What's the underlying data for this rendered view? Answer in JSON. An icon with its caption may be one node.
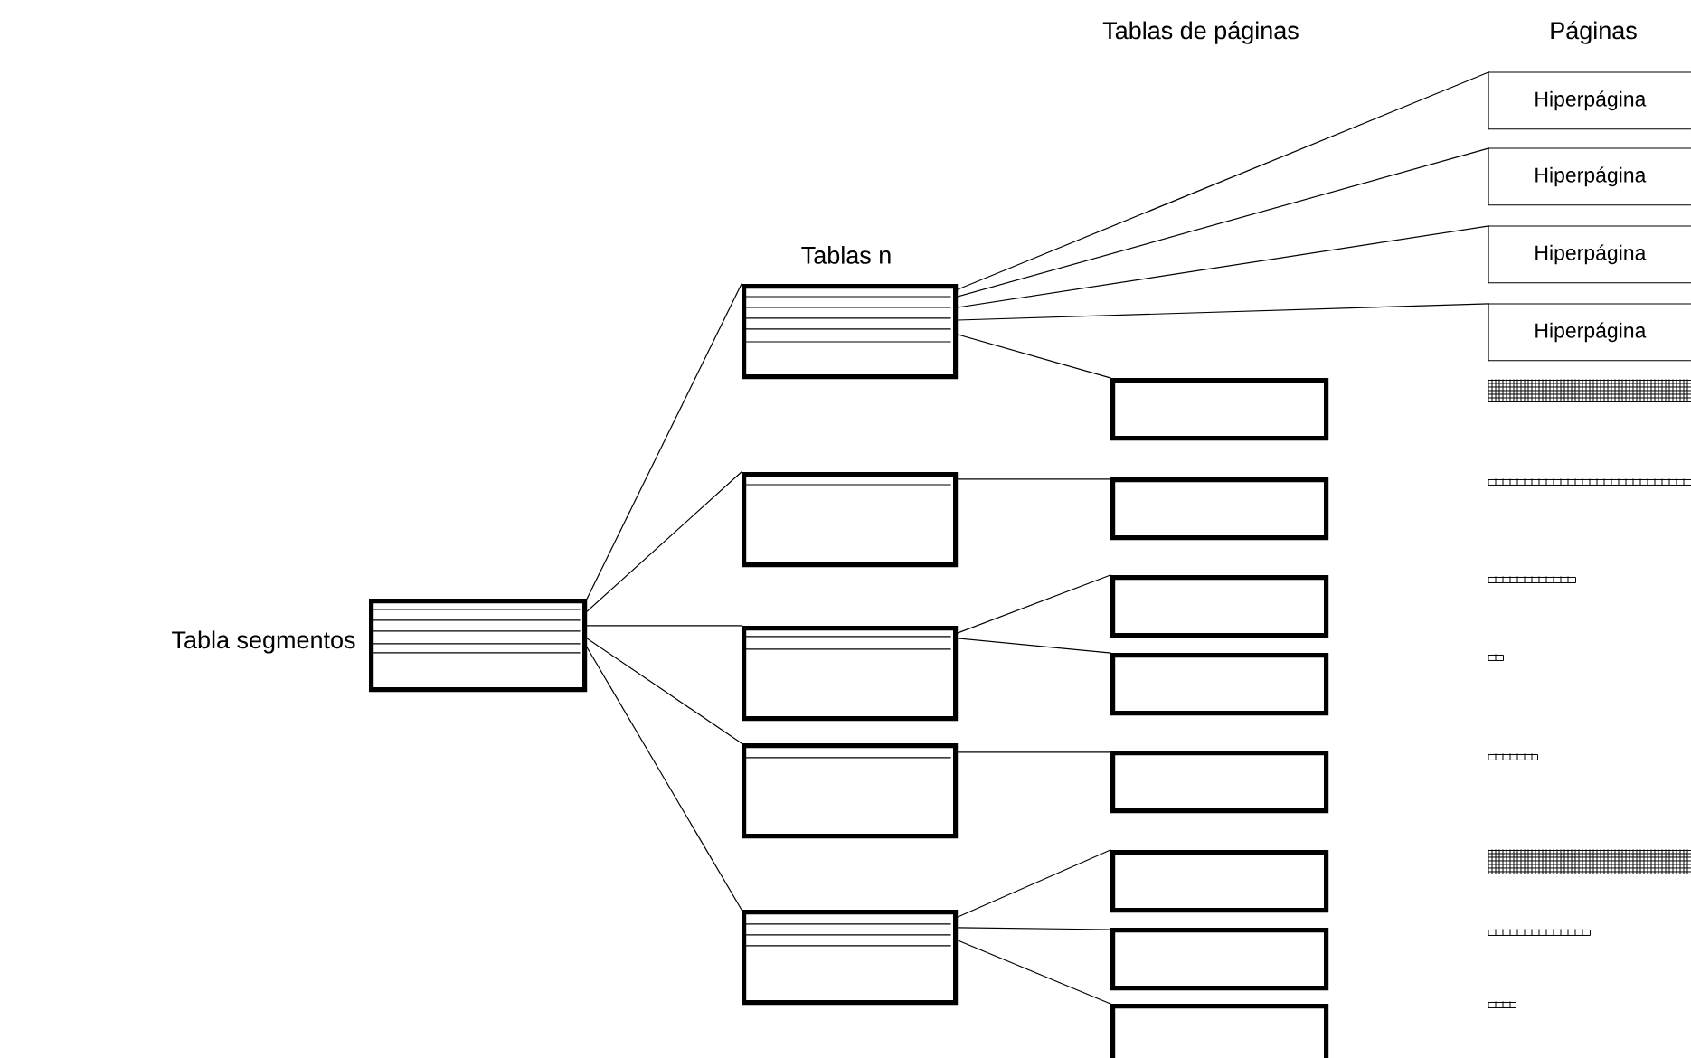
{
  "diagram": {
    "nodes": [
      {
        "text": [],
        "shape": "box",
        "beside": [
          "Tabla segmentos"
        ]
      },
      {
        "text": [],
        "shape": "box"
      },
      {
        "text": [],
        "shape": "box"
      },
      {
        "text": [],
        "shape": "box"
      },
      {
        "text": [],
        "shape": "box"
      },
      {
        "text": [],
        "shape": "box"
      },
      {
        "text": [],
        "shape": "box"
      },
      {
        "text": [],
        "shape": "box"
      },
      {
        "text": [],
        "shape": "box"
      },
      {
        "text": [],
        "shape": "box"
      },
      {
        "text": [],
        "shape": "box"
      },
      {
        "text": [],
        "shape": "box"
      },
      {
        "text": [],
        "shape": "box"
      },
      {
        "text": [],
        "shape": "box"
      },
      {
        "text": [
          "Hiperpágina"
        ]
      },
      {
        "text": [
          "Hiperpágina"
        ]
      },
      {
        "text": [
          "Hiperpágina"
        ]
      },
      {
        "text": [
          "Hiperpágina"
        ]
      },
      {
        "text": [],
        "shape": "bar"
      },
      {
        "text": [],
        "shape": "bar"
      },
      {
        "text": [],
        "shape": "bar"
      },
      {
        "text": [],
        "shape": "bar"
      },
      {
        "text": [],
        "shape": "bar"
      },
      {
        "text": [],
        "shape": "bar"
      },
      {
        "text": [],
        "shape": "bar"
      },
      {
        "text": [],
        "shape": "bar"
      }
    ],
    "edges": [
      {
        "from": 0,
        "to": 1,
        "arrow": "none"
      },
      {
        "from": 0,
        "to": 2,
        "arrow": "none"
      },
      {
        "from": 0,
        "to": 3,
        "arrow": "none"
      },
      {
        "from": 0,
        "to": 4,
        "arrow": "none"
      },
      {
        "from": 0,
        "to": 5,
        "arrow": "none"
      },
      {
        "from": 1,
        "to": 14,
        "arrow": "none"
      },
      {
        "from": 1,
        "to": 15,
        "arrow": "none"
      },
      {
        "from": 1,
        "to": 16,
        "arrow": "none"
      },
      {
        "from": 1,
        "to": 17,
        "arrow": "none"
      },
      {
        "from": 1,
        "to": 6,
        "arrow": "none"
      },
      {
        "from": 2,
        "to": 7,
        "arrow": "none"
      },
      {
        "from": 3,
        "to": 8,
        "arrow": "none"
      },
      {
        "from": 3,
        "to": 9,
        "arrow": "none"
      },
      {
        "from": 4,
        "to": 10,
        "arrow": "none"
      },
      {
        "from": 5,
        "to": 11,
        "arrow": "none"
      },
      {
        "from": 5,
        "to": 12,
        "arrow": "none"
      },
      {
        "from": 5,
        "to": 13,
        "arrow": "none"
      }
    ],
    "labels": [
      "Tablas de páginas",
      "Páginas",
      "Tablas n"
    ]
  }
}
